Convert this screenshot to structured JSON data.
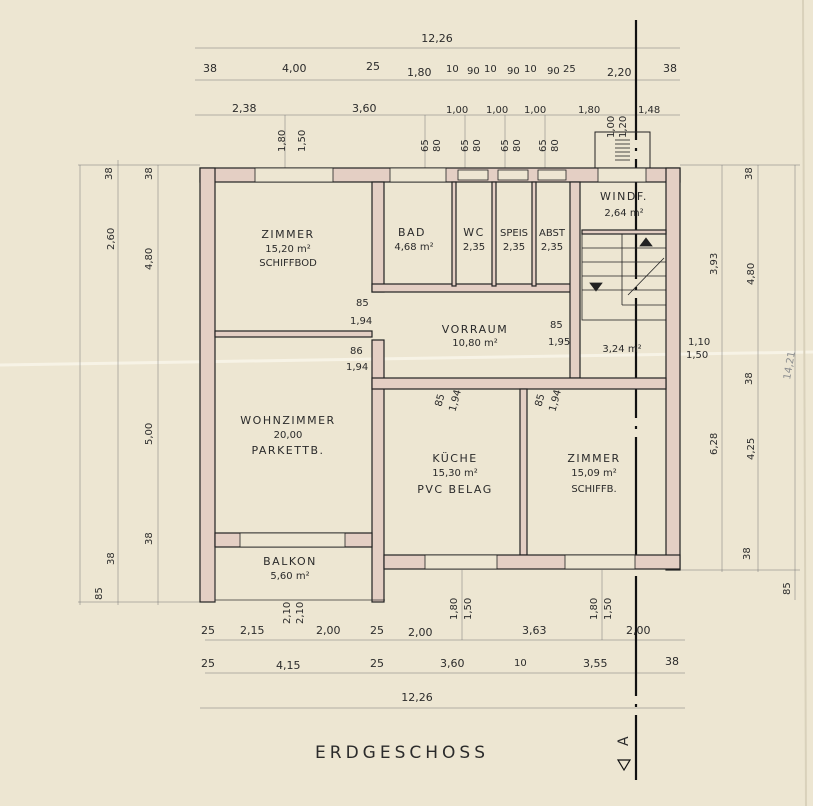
{
  "title": "ERDGESCHOSS",
  "section_marker": "A",
  "colors": {
    "paper": "#ede6d2",
    "wall": "#e4cfc4",
    "ink": "#2b2b2b"
  },
  "rooms": {
    "zimmer1": {
      "name": "ZIMMER",
      "area": "15,20 m²",
      "floor": "SCHIFFBOD"
    },
    "bad": {
      "name": "BAD",
      "area": "4,68 m²"
    },
    "wc": {
      "name": "WC",
      "area": "2,35"
    },
    "speis": {
      "name": "SPEIS",
      "area": "2,35"
    },
    "abst": {
      "name": "ABST",
      "area": "2,35"
    },
    "windf": {
      "name": "WINDF.",
      "area": "2,64 m²"
    },
    "vorraum": {
      "name": "VORRAUM",
      "area": "10,80 m²"
    },
    "stair": {
      "area": "3,24 m²"
    },
    "wohnzimmer": {
      "name": "WOHNZIMMER",
      "area": "20,00",
      "floor": "PARKETTB."
    },
    "kueche": {
      "name": "KÜCHE",
      "area": "15,30 m²",
      "floor": "PVC BELAG"
    },
    "zimmer2": {
      "name": "ZIMMER",
      "area": "15,09 m²",
      "floor": "SCHIFFB."
    },
    "balkon": {
      "name": "BALKON",
      "area": "5,60 m²"
    }
  },
  "dims": {
    "top_total": "12,26",
    "top_row1": [
      "38",
      "4,00",
      "25",
      "1,80",
      "10",
      "90",
      "10",
      "90",
      "10",
      "90",
      "25",
      "2,20",
      "38"
    ],
    "top_row2": [
      "2,38",
      "3,60",
      "1,00",
      "1,00",
      "1,00",
      "1,80",
      "1,48"
    ],
    "top_windows": [
      "1,80",
      "1,50",
      "65",
      "80",
      "65",
      "80",
      "65",
      "80",
      "65",
      "80",
      "1,00",
      "1,20"
    ],
    "doors": [
      "85",
      "1,94",
      "86",
      "1,94",
      "85",
      "1,95",
      "85",
      "1,94",
      "85",
      "1,94"
    ],
    "left": [
      "38",
      "38",
      "2,60",
      "4,80",
      "5,00",
      "38",
      "38",
      "85"
    ],
    "right": [
      "38",
      "3,93",
      "4,80",
      "1,10",
      "1,50",
      "38",
      "6,28",
      "4,25",
      "38",
      "85",
      "14,21"
    ],
    "bottom_row1": [
      "25",
      "2,15",
      "2,00",
      "25",
      "2,00",
      "3,63",
      "2,00"
    ],
    "bottom_row2": [
      "25",
      "4,15",
      "25",
      "3,60",
      "10",
      "3,55",
      "38"
    ],
    "bottom_windows": [
      "1,80",
      "1,50",
      "1,80",
      "1,50",
      "2,10",
      "2,10"
    ],
    "bottom_total": "12,26"
  }
}
